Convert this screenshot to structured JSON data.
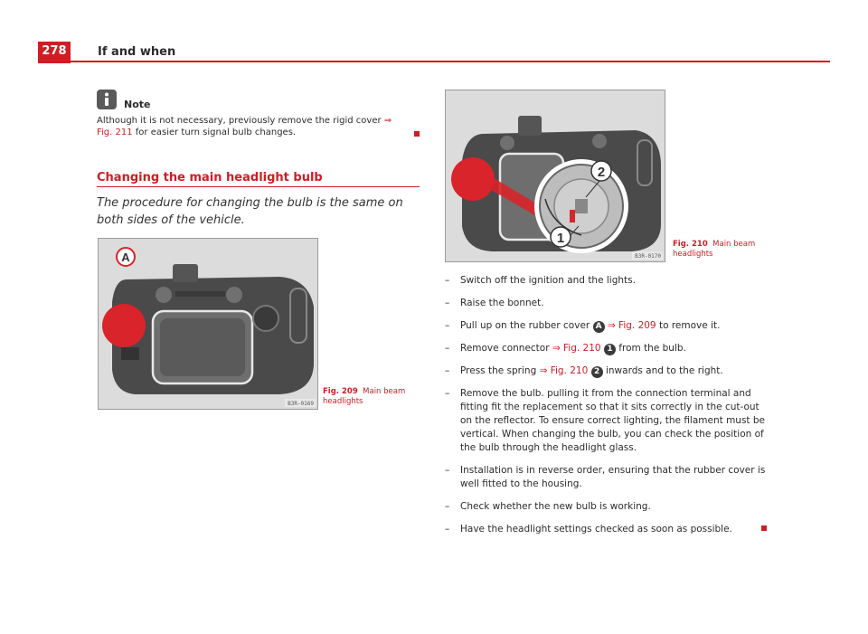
{
  "header": {
    "page_number": "278",
    "running_title": "If and when"
  },
  "note": {
    "icon": "info-icon",
    "title": "Note",
    "text_before": "Although it is not necessary, previously remove the rigid cover ",
    "ref": "⇒ Fig. 211",
    "text_after": " for easier turn signal bulb changes."
  },
  "section": {
    "title": "Changing the main headlight bulb",
    "intro": "The procedure for changing the bulb is the same on both sides of the vehicle."
  },
  "figures": {
    "fig209": {
      "label": "Fig. 209",
      "caption": "Main beam headlights",
      "code": "B3R-0169",
      "marker": "A"
    },
    "fig210": {
      "label": "Fig. 210",
      "caption": "Main beam headlights",
      "code": "B3R-0170",
      "marker_1": "1",
      "marker_2": "2"
    }
  },
  "steps": [
    {
      "text": "Switch off the ignition and the lights."
    },
    {
      "text": "Raise the bonnet."
    },
    {
      "pre": "Pull up on the rubber cover ",
      "circ": "A",
      "ref": "⇒ Fig. 209",
      "post": " to remove it."
    },
    {
      "pre": "Remove connector ",
      "ref": "⇒ Fig. 210",
      "circ": "1",
      "post": " from the bulb."
    },
    {
      "pre": "Press the spring ",
      "ref": "⇒ Fig. 210",
      "circ": "2",
      "post": " inwards and to the right."
    },
    {
      "text": "Remove the bulb. pulling it from the connection terminal and fitting fit the replacement so that it sits correctly in the cut-out on the reflector. To ensure correct lighting, the filament must be vertical. When changing the bulb, you can check the position of the bulb through the headlight glass."
    },
    {
      "text": "Installation is in reverse order, ensuring that the rubber cover is well fitted to the housing."
    },
    {
      "text": "Check whether the new bulb is working."
    },
    {
      "text": "Have the headlight settings checked as soon as possible."
    }
  ],
  "list_marker": "–",
  "colors": {
    "accent": "#cf1d24",
    "text": "#2b2b2b",
    "icon": "#5a5a5a"
  }
}
